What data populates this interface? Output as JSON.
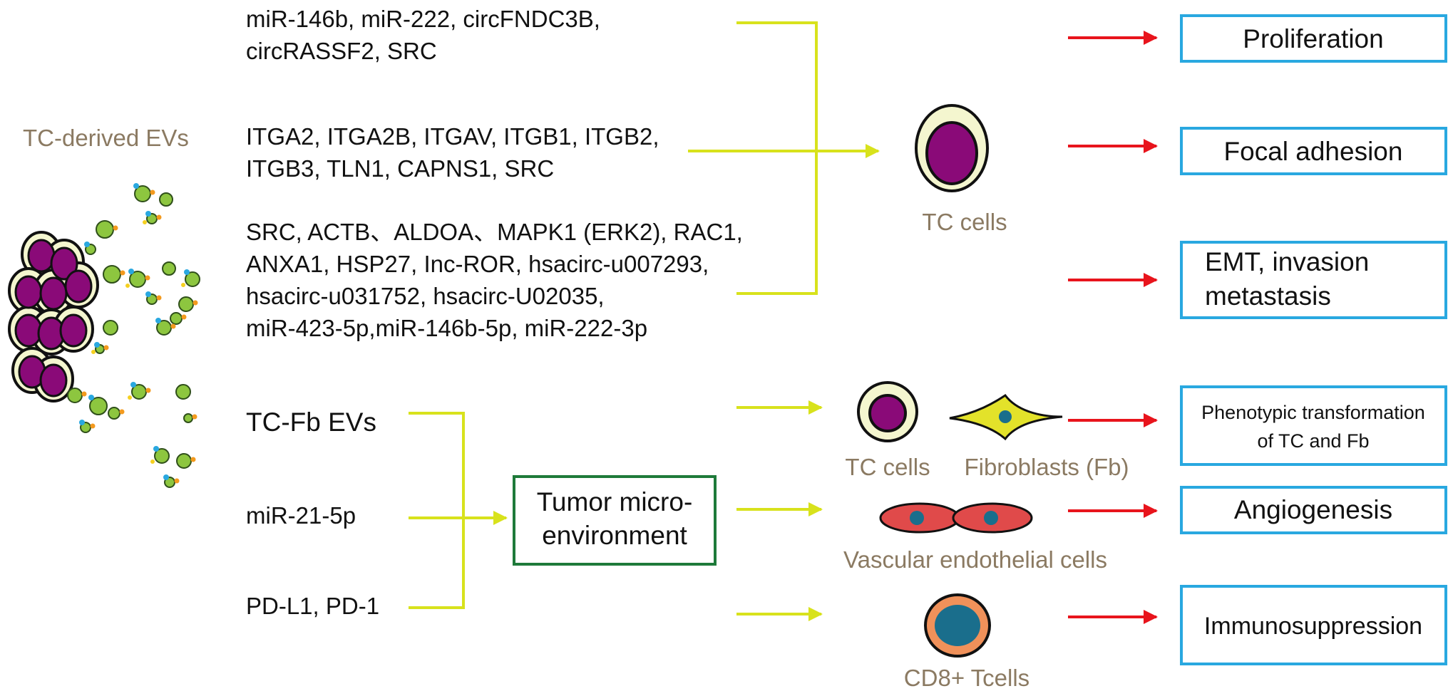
{
  "source_label": "TC-derived EVs",
  "molecule_groups": {
    "proliferation": [
      "miR-146b, miR-222, circFNDC3B,",
      "circRASSF2, SRC"
    ],
    "focal_adhesion": [
      "ITGA2, ITGA2B, ITGAV, ITGB1, ITGB2,",
      "ITGB3, TLN1, CAPNS1, SRC"
    ],
    "emt": [
      "SRC, ACTB、ALDOA、MAPK1 (ERK2), RAC1,",
      "ANXA1, HSP27, Inc-ROR, hsacirc-u007293,",
      "hsacirc-u031752, hsacirc-U02035,",
      "miR-423-5p,miR-146b-5p, miR-222-3p"
    ]
  },
  "microenv_inputs": [
    "TC-Fb EVs",
    "miR-21-5p",
    "PD-L1, PD-1"
  ],
  "microenv_box": [
    "Tumor micro-",
    "environment"
  ],
  "cell_labels": {
    "tc_cells_top": "TC cells",
    "tc_cells_bottom": "TC cells",
    "fibroblasts": "Fibroblasts (Fb)",
    "vascular": "Vascular endothelial cells",
    "cd8": "CD8+ Tcells"
  },
  "outcomes": {
    "proliferation": "Proliferation",
    "focal_adhesion": "Focal adhesion",
    "emt": [
      "EMT, invasion",
      "metastasis"
    ],
    "phenotypic": [
      "Phenotypic transformation",
      "of TC and Fb"
    ],
    "angiogenesis": "Angiogenesis",
    "immunosuppression": "Immunosuppression"
  },
  "colors": {
    "yellow_arrow": "#d8e21c",
    "red_arrow": "#e8141c",
    "outcome_border": "#29a8e0",
    "microenv_border": "#1e7a3a",
    "tc_nucleus": "#8a0a78",
    "tc_cytoplasm": "#f4f6cf",
    "ev_green": "#8dc63f",
    "endothelial": "#e04a4a",
    "endothelial_nucleus": "#1a6e8c",
    "cd8_outer": "#f0915a",
    "cd8_nucleus": "#1a6e8c",
    "label_gray": "#8b7a62"
  }
}
